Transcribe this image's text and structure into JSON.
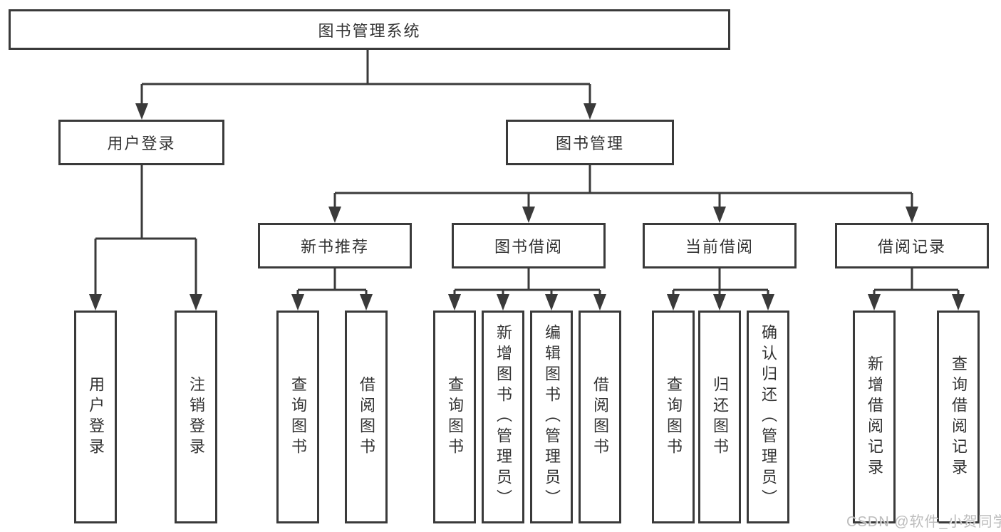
{
  "diagram": {
    "type": "hierarchy-tree",
    "title": "图书管理系统",
    "hierarchy": {
      "label": "图书管理系统",
      "children": [
        {
          "label": "用户登录",
          "children": [
            {
              "label": "用户登录"
            },
            {
              "label": "注销登录"
            }
          ]
        },
        {
          "label": "图书管理",
          "children": [
            {
              "label": "新书推荐",
              "children": [
                {
                  "label": "查询图书"
                },
                {
                  "label": "借阅图书"
                }
              ]
            },
            {
              "label": "图书借阅",
              "children": [
                {
                  "label": "查询图书"
                },
                {
                  "label": "新增图书（管理员）"
                },
                {
                  "label": "编辑图书（管理员）"
                },
                {
                  "label": "借阅图书"
                }
              ]
            },
            {
              "label": "当前借阅",
              "children": [
                {
                  "label": "查询图书"
                },
                {
                  "label": "归还图书"
                },
                {
                  "label": "确认归还（管理员）"
                }
              ]
            },
            {
              "label": "借阅记录",
              "children": [
                {
                  "label": "新增借阅记录"
                },
                {
                  "label": "查询借阅记录"
                }
              ]
            }
          ]
        }
      ]
    }
  },
  "watermark": {
    "text": "CSDN @软件_小贺同学"
  },
  "colors": {
    "line": "#3a3a3a",
    "box_border": "#3a3a3a",
    "box_fill": "#ffffff",
    "text": "#333333",
    "watermark": "#b0b0b0",
    "background": "#ffffff"
  }
}
